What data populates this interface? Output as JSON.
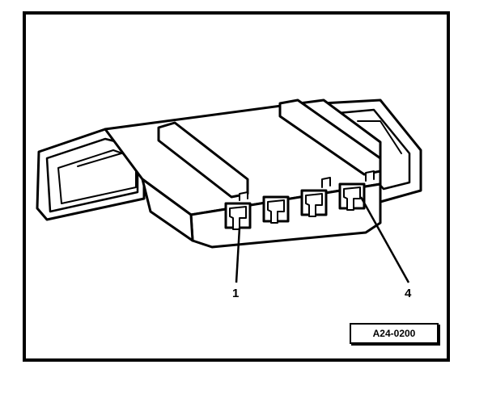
{
  "diagram": {
    "callouts": {
      "pin_first": "1",
      "pin_last": "4"
    },
    "reference_code": "A24-0200"
  }
}
